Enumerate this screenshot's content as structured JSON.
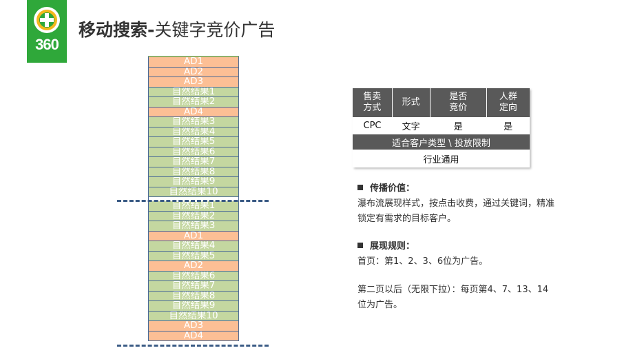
{
  "logo": {
    "text": "360"
  },
  "title": {
    "bold": "移动搜索-",
    "normal": "关键字竞价广告"
  },
  "stack_rows": [
    {
      "label": "AD1",
      "type": "ad"
    },
    {
      "label": "AD2",
      "type": "ad"
    },
    {
      "label": "AD3",
      "type": "ad"
    },
    {
      "label": "自然结果1",
      "type": "nat"
    },
    {
      "label": "自然结果2",
      "type": "nat"
    },
    {
      "label": "AD4",
      "type": "ad"
    },
    {
      "label": "自然结果3",
      "type": "nat"
    },
    {
      "label": "自然结果4",
      "type": "nat"
    },
    {
      "label": "自然结果5",
      "type": "nat"
    },
    {
      "label": "自然结果6",
      "type": "nat"
    },
    {
      "label": "自然结果7",
      "type": "nat"
    },
    {
      "label": "自然结果8",
      "type": "nat"
    },
    {
      "label": "自然结果9",
      "type": "nat"
    },
    {
      "label": "自然结果10",
      "type": "nat"
    },
    {
      "label": "",
      "type": "gap"
    },
    {
      "label": "自然结果1",
      "type": "nat"
    },
    {
      "label": "自然结果2",
      "type": "nat"
    },
    {
      "label": "自然结果3",
      "type": "nat"
    },
    {
      "label": "AD1",
      "type": "ad"
    },
    {
      "label": "自然结果4",
      "type": "nat"
    },
    {
      "label": "自然结果5",
      "type": "nat"
    },
    {
      "label": "AD2",
      "type": "ad"
    },
    {
      "label": "自然结果6",
      "type": "nat"
    },
    {
      "label": "自然结果7",
      "type": "nat"
    },
    {
      "label": "自然结果8",
      "type": "nat"
    },
    {
      "label": "自然结果9",
      "type": "nat"
    },
    {
      "label": "自然结果10",
      "type": "nat"
    },
    {
      "label": "AD3",
      "type": "ad"
    },
    {
      "label": "AD4",
      "type": "ad"
    }
  ],
  "table": {
    "headers": [
      "售卖方式",
      "形式",
      "是否竞价",
      "人群定向"
    ],
    "values": [
      "CPC",
      "文字",
      "是",
      "是"
    ],
    "bar": "适合客户类型 \\ 投放限制",
    "last": "行业通用"
  },
  "sections": {
    "spread_title": "传播价值：",
    "spread_text1": "瀑布流展现样式，按点击收费，通过关键词，精准",
    "spread_text2": "锁定有需求的目标客户。",
    "rules_title": "展现规则：",
    "rules_text1": "首页：第1、2、3、6位为广告。",
    "rules_text2": "第二页以后（无限下拉）：每页第4、7、13、14",
    "rules_text3": "位为广告。"
  },
  "colors": {
    "ad": "#fcbf95",
    "natural": "#c4d7a0",
    "logo_green": "#2fa83a",
    "dark_header": "#595959"
  }
}
